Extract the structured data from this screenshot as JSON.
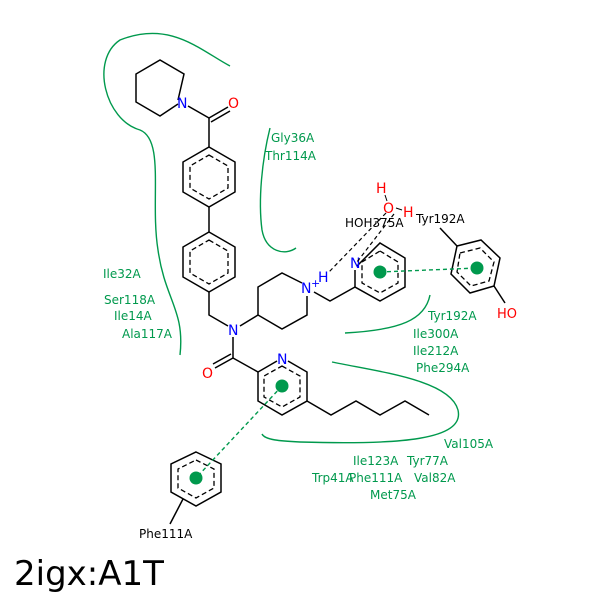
{
  "title": "2igx:A1T",
  "colors": {
    "residue": "#00994d",
    "nitrogen": "#0000ff",
    "oxygen": "#ff0000",
    "bond": "#000000"
  },
  "atoms": {
    "N": "N",
    "O": "O",
    "H": "H",
    "N_plus": "N",
    "plus": "+",
    "HO": "HO"
  },
  "water_label": "HOH375A",
  "residues": {
    "gly36": "Gly36A",
    "thr114": "Thr114A",
    "ile32": "Ile32A",
    "ser118": "Ser118A",
    "ile14": "Ile14A",
    "ala117": "Ala117A",
    "tyr192_top": "Tyr192A",
    "tyr192": "Tyr192A",
    "ile300": "Ile300A",
    "ile212": "Ile212A",
    "phe294": "Phe294A",
    "val105": "Val105A",
    "ile123": "Ile123A",
    "tyr77": "Tyr77A",
    "trp41": "Trp41A",
    "phe111_row": "Phe111A",
    "val82": "Val82A",
    "met75": "Met75A",
    "phe111": "Phe111A"
  }
}
